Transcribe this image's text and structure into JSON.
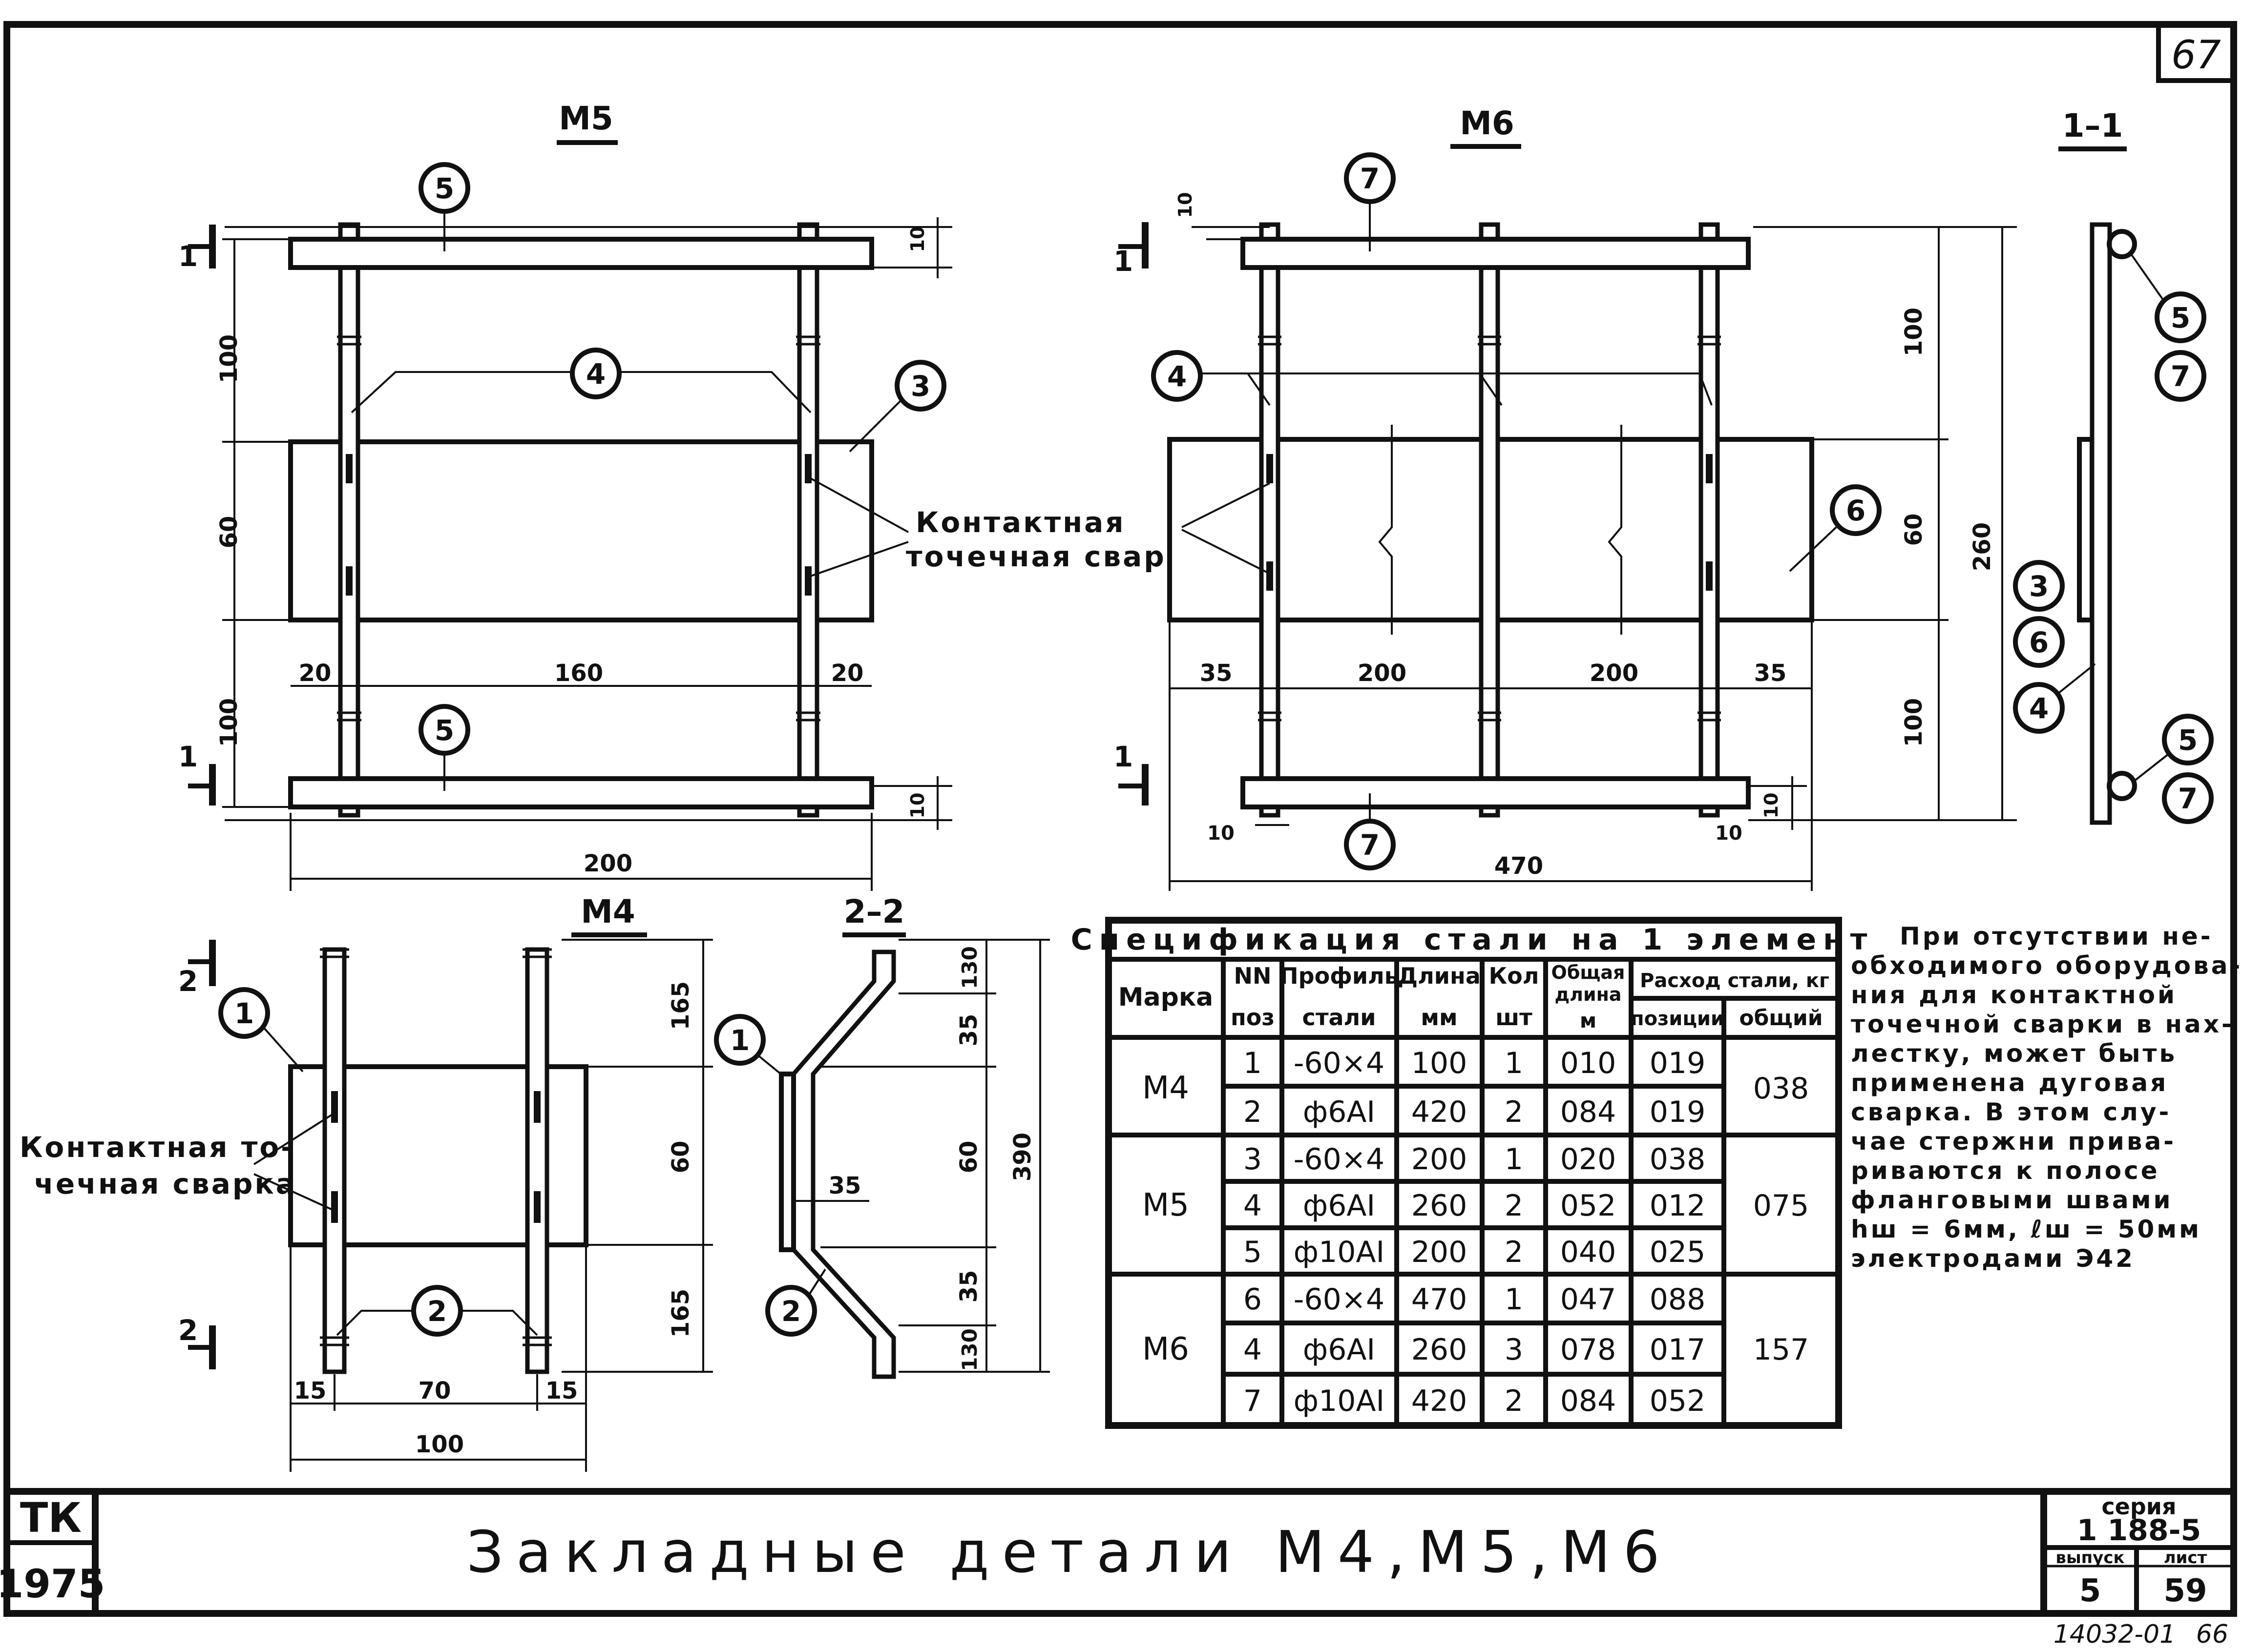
{
  "sheet": {
    "page_number": "67",
    "title": "Закладные детали М4,М5,М6",
    "org": "ТК",
    "year": "1975",
    "series_label": "серия",
    "series_value": "1 188-5",
    "issue_label": "выпуск",
    "issue_value": "5",
    "sheet_label": "лист",
    "sheet_value": "59",
    "archive_code": "14032-01",
    "archive_sheet": "66"
  },
  "views": {
    "m5": {
      "title": "М5",
      "callouts": [
        "5",
        "4",
        "3",
        "5"
      ],
      "dims": {
        "top": "100",
        "mid": "60",
        "bottom": "100",
        "left": "20",
        "center": "160",
        "right": "20",
        "total": "200",
        "top_gap": "10",
        "bottom_gap": "10"
      },
      "section": "1"
    },
    "m6": {
      "title": "М6",
      "callouts": [
        "7",
        "4",
        "6",
        "7"
      ],
      "dims": {
        "top": "100",
        "mid": "60",
        "bottom": "100",
        "total_height": "260",
        "d1": "35",
        "d2": "200",
        "d3": "200",
        "d4": "35",
        "total": "470",
        "gap_a": "10",
        "gap_b": "10",
        "gap_c": "10",
        "gap_d": "10"
      },
      "section": "1"
    },
    "section_1_1": {
      "title": "1–1",
      "callouts": [
        "5",
        "7",
        "3",
        "6",
        "4",
        "5",
        "7"
      ]
    },
    "m4": {
      "title": "М4",
      "callouts": [
        "1",
        "2"
      ],
      "dims": {
        "top": "165",
        "mid": "60",
        "bottom": "165",
        "left": "15",
        "center": "70",
        "right": "15",
        "total": "100"
      },
      "section": "2"
    },
    "section_2_2": {
      "title": "2–2",
      "callouts": [
        "1",
        "2"
      ],
      "dims": {
        "a": "130",
        "b": "35",
        "c": "60",
        "d": "35",
        "e": "130",
        "total": "390",
        "offset": "35"
      }
    }
  },
  "labels": {
    "weld_m5": [
      "Контактная",
      "точечная сварка"
    ],
    "weld_m4": [
      "Контактная то-",
      "чечная сварка"
    ]
  },
  "spec_table": {
    "title": "Спецификация стали на 1 элемент",
    "headers": {
      "mark": "Марка",
      "pos": [
        "NN",
        "поз"
      ],
      "profile": [
        "Профиль",
        "стали"
      ],
      "length": [
        "Длина",
        "мм"
      ],
      "qty": [
        "Кол",
        "шт"
      ],
      "total_len": [
        "Общая",
        "длина",
        "м"
      ],
      "consumption": "Расход стали, кг",
      "per_pos": "позиции",
      "total": "общий"
    },
    "groups": [
      {
        "mark": "М4",
        "total": "038",
        "rows": [
          {
            "pos": "1",
            "profile": "-60×4",
            "length": "100",
            "qty": "1",
            "total_len": "010",
            "weight": "019"
          },
          {
            "pos": "2",
            "profile": "ф6AI",
            "length": "420",
            "qty": "2",
            "total_len": "084",
            "weight": "019"
          }
        ]
      },
      {
        "mark": "М5",
        "total": "075",
        "rows": [
          {
            "pos": "3",
            "profile": "-60×4",
            "length": "200",
            "qty": "1",
            "total_len": "020",
            "weight": "038"
          },
          {
            "pos": "4",
            "profile": "ф6AI",
            "length": "260",
            "qty": "2",
            "total_len": "052",
            "weight": "012"
          },
          {
            "pos": "5",
            "profile": "ф10AI",
            "length": "200",
            "qty": "2",
            "total_len": "040",
            "weight": "025"
          }
        ]
      },
      {
        "mark": "М6",
        "total": "157",
        "rows": [
          {
            "pos": "6",
            "profile": "-60×4",
            "length": "470",
            "qty": "1",
            "total_len": "047",
            "weight": "088"
          },
          {
            "pos": "4",
            "profile": "ф6AI",
            "length": "260",
            "qty": "3",
            "total_len": "078",
            "weight": "017"
          },
          {
            "pos": "7",
            "profile": "ф10AI",
            "length": "420",
            "qty": "2",
            "total_len": "084",
            "weight": "052"
          }
        ]
      }
    ]
  },
  "note": {
    "lines": [
      "При отсутствии не-",
      "обходимого оборудова-",
      "ния для контактной",
      "точечной сварки в нах-",
      "лестку, может быть",
      "применена дуговая",
      "сварка. В этом слу-",
      "чае стержни прива-",
      "риваются к полосе",
      "фланговыми швами",
      "hш = 6мм, ℓш = 50мм",
      "электродами Э42"
    ]
  }
}
